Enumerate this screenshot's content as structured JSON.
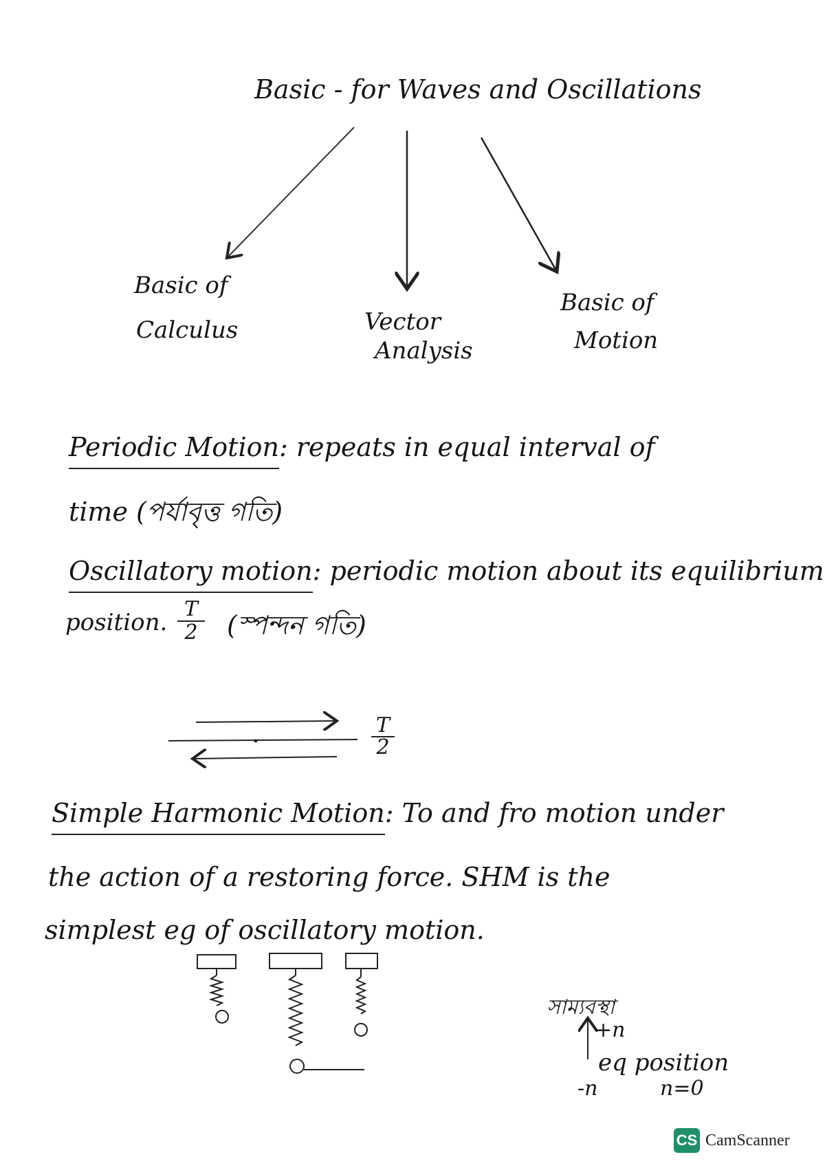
{
  "page": {
    "title": "Basic - for Waves and Oscillations",
    "branches": [
      {
        "line1": "Basic of",
        "line2": "Calculus"
      },
      {
        "line1": "Vector",
        "line2": "Analysis"
      },
      {
        "line1": "Basic of",
        "line2": "Motion"
      }
    ],
    "periodic": {
      "term": "Periodic Motion",
      "sep": ":",
      "def1": "repeats in equal interval of",
      "def2": "time (পর্যাবৃত্ত গতি)"
    },
    "oscillatory": {
      "term": "Oscillatory motion",
      "sep": ":",
      "def1": "periodic motion about its equilibrium",
      "def2_pre": "position.",
      "frac_num": "T",
      "frac_den": "2",
      "def2_post": "(স্পন্দন গতি)"
    },
    "arrow_fraction": {
      "num": "T",
      "den": "2"
    },
    "shm": {
      "term": "Simple Harmonic Motion",
      "sep": ":",
      "def1": "To and fro motion under",
      "def2": "the action of a restoring force. SHM is the",
      "def3": "simplest eg of oscillatory motion."
    },
    "equilibrium_note": {
      "word": "সাম্যবস্থা",
      "label1": "+n",
      "label2": "eq position",
      "label3": "-n",
      "label4": "n=0"
    },
    "watermark": {
      "badge": "CS",
      "name": "CamScanner"
    }
  }
}
